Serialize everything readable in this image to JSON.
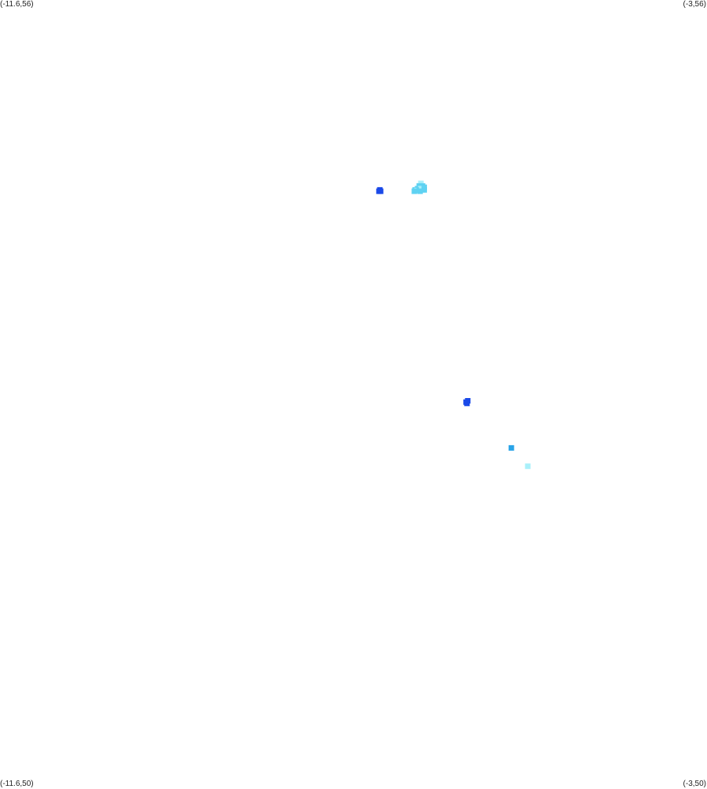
{
  "corners": {
    "top_left": "(-11.6,56)",
    "top_right": "(-3,56)",
    "bottom_left": "(-11.6,50)",
    "bottom_right": "(-3,50)"
  },
  "chart_data": {
    "type": "scatter",
    "xlim": [
      -11.6,
      -3
    ],
    "ylim": [
      50,
      56
    ],
    "grid": false,
    "colors": {
      "dark_blue": "#1a49e8",
      "mid_blue": "#2aa4e8",
      "light_cyan": "#5fd2f2",
      "pale_cyan": "#a9f0fa"
    },
    "points": [
      {
        "x": -6.98,
        "y": 54.55,
        "color": "dark_blue"
      },
      {
        "x": -6.99,
        "y": 54.54,
        "color": "dark_blue"
      },
      {
        "x": -6.97,
        "y": 54.54,
        "color": "dark_blue"
      },
      {
        "x": -6.48,
        "y": 54.6,
        "color": "pale_cyan"
      },
      {
        "x": -6.5,
        "y": 54.58,
        "color": "light_cyan"
      },
      {
        "x": -6.46,
        "y": 54.58,
        "color": "light_cyan"
      },
      {
        "x": -6.52,
        "y": 54.56,
        "color": "light_cyan"
      },
      {
        "x": -6.48,
        "y": 54.56,
        "color": "pale_cyan"
      },
      {
        "x": -6.44,
        "y": 54.57,
        "color": "light_cyan"
      },
      {
        "x": -6.55,
        "y": 54.55,
        "color": "light_cyan"
      },
      {
        "x": -6.53,
        "y": 54.545,
        "color": "pale_cyan"
      },
      {
        "x": -6.5,
        "y": 54.55,
        "color": "light_cyan"
      },
      {
        "x": -6.47,
        "y": 54.55,
        "color": "pale_cyan"
      },
      {
        "x": -6.44,
        "y": 54.55,
        "color": "light_cyan"
      },
      {
        "x": -6.56,
        "y": 54.54,
        "color": "light_cyan"
      },
      {
        "x": -6.49,
        "y": 54.54,
        "color": "light_cyan"
      },
      {
        "x": -5.91,
        "y": 52.94,
        "color": "dark_blue"
      },
      {
        "x": -5.93,
        "y": 52.93,
        "color": "dark_blue"
      },
      {
        "x": -5.92,
        "y": 52.92,
        "color": "dark_blue"
      },
      {
        "x": -5.38,
        "y": 52.58,
        "color": "mid_blue"
      },
      {
        "x": -5.18,
        "y": 52.44,
        "color": "pale_cyan"
      }
    ]
  }
}
